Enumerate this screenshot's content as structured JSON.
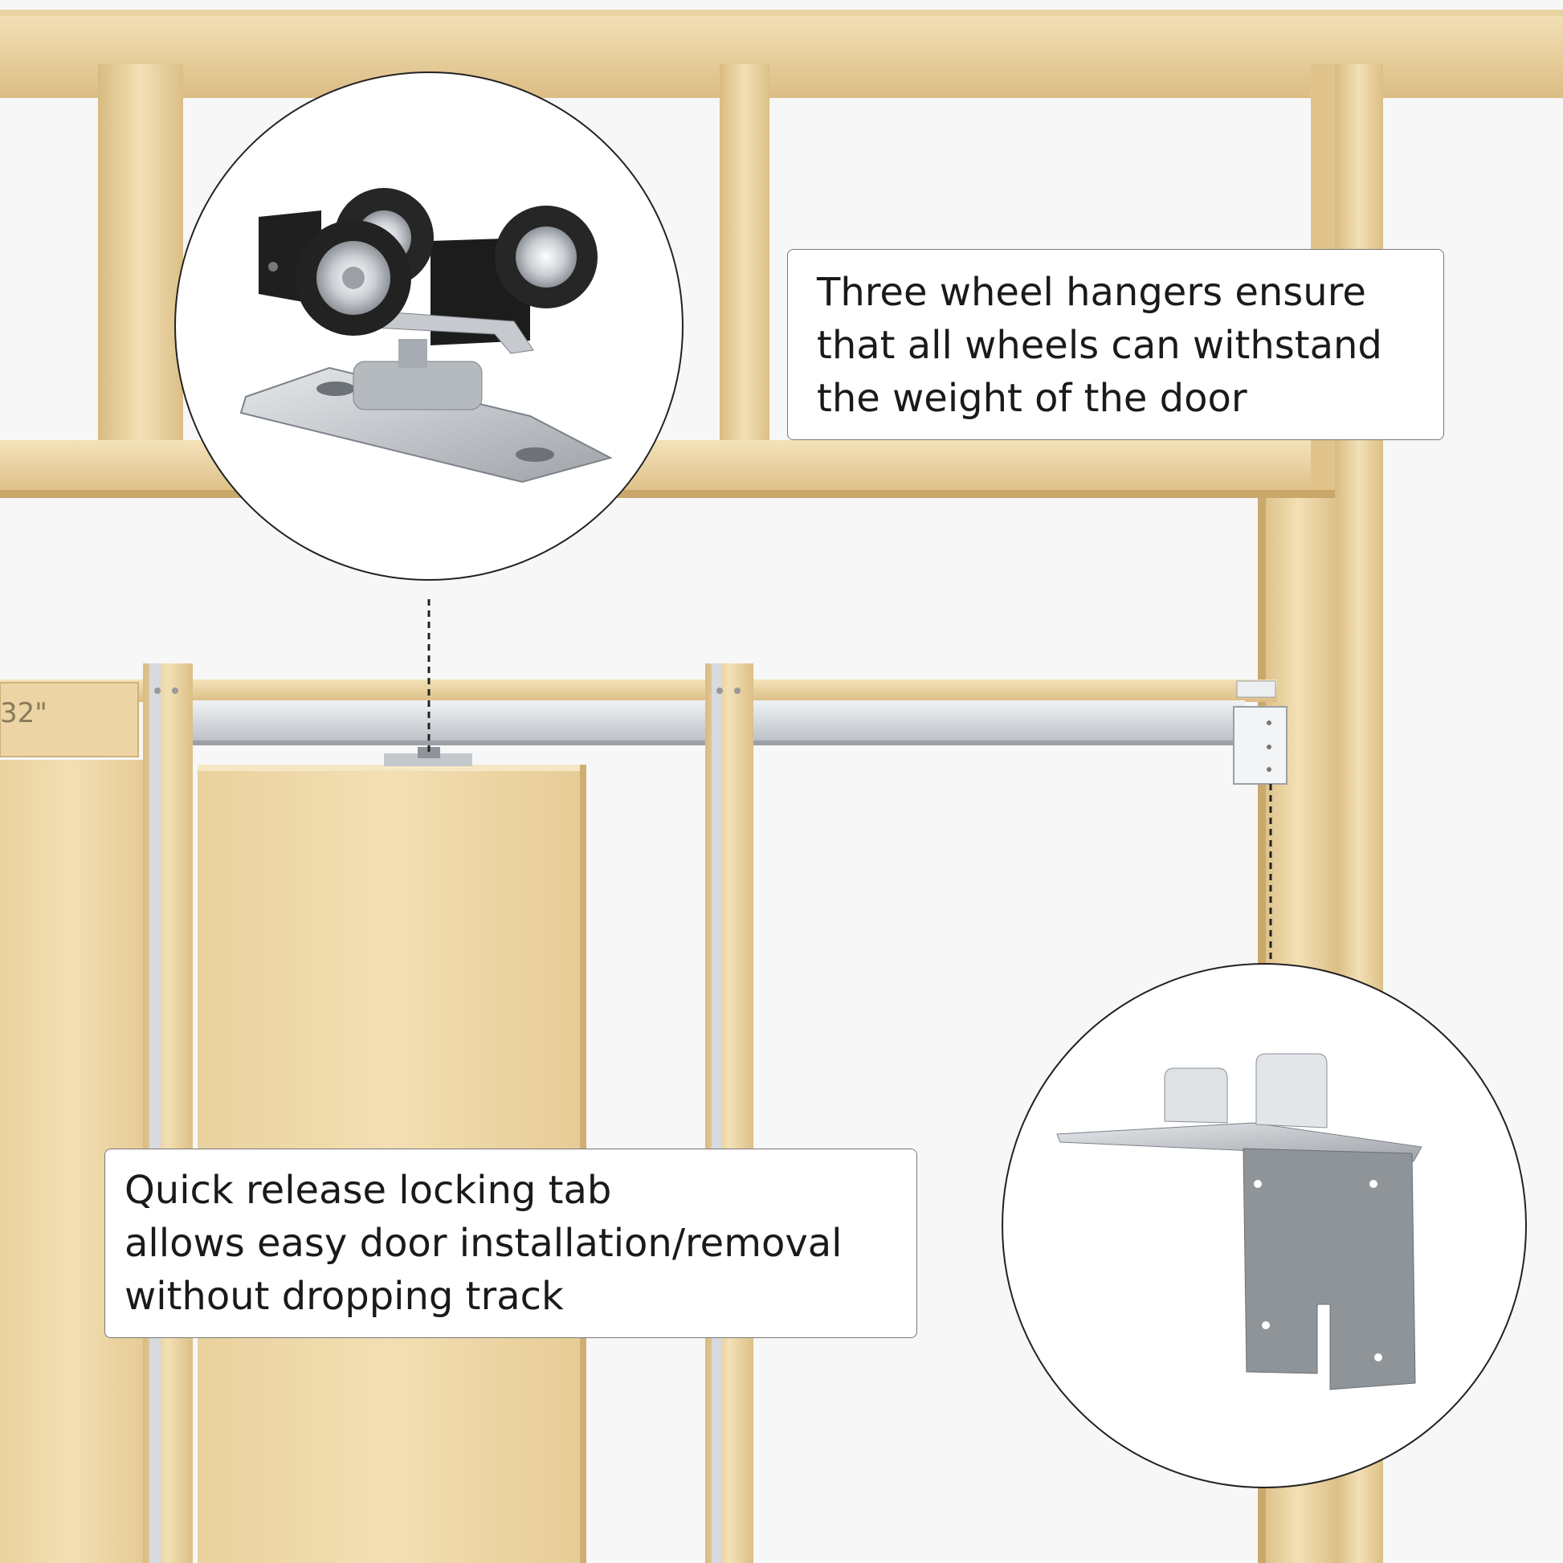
{
  "callouts": {
    "wheel_hangers": {
      "lines": [
        "Three wheel hangers ensure",
        "that all wheels can withstand",
        "the weight of the door"
      ]
    },
    "locking_tab": {
      "lines": [
        "Quick release locking tab",
        "allows easy door installation/removal",
        "without dropping track"
      ]
    }
  },
  "dimension_label": "32\"",
  "colors": {
    "background": "#f7f7f7",
    "wood_light": "#f0dcb0",
    "wood_mid": "#e3c58e",
    "wood_dark": "#c9a76b",
    "aluminum": "#d9dde2",
    "wheel_black": "#1f1f1f",
    "steel": "#c8ccd1"
  },
  "icons": [
    "wheel-hanger-icon",
    "locking-tab-bracket-icon"
  ]
}
